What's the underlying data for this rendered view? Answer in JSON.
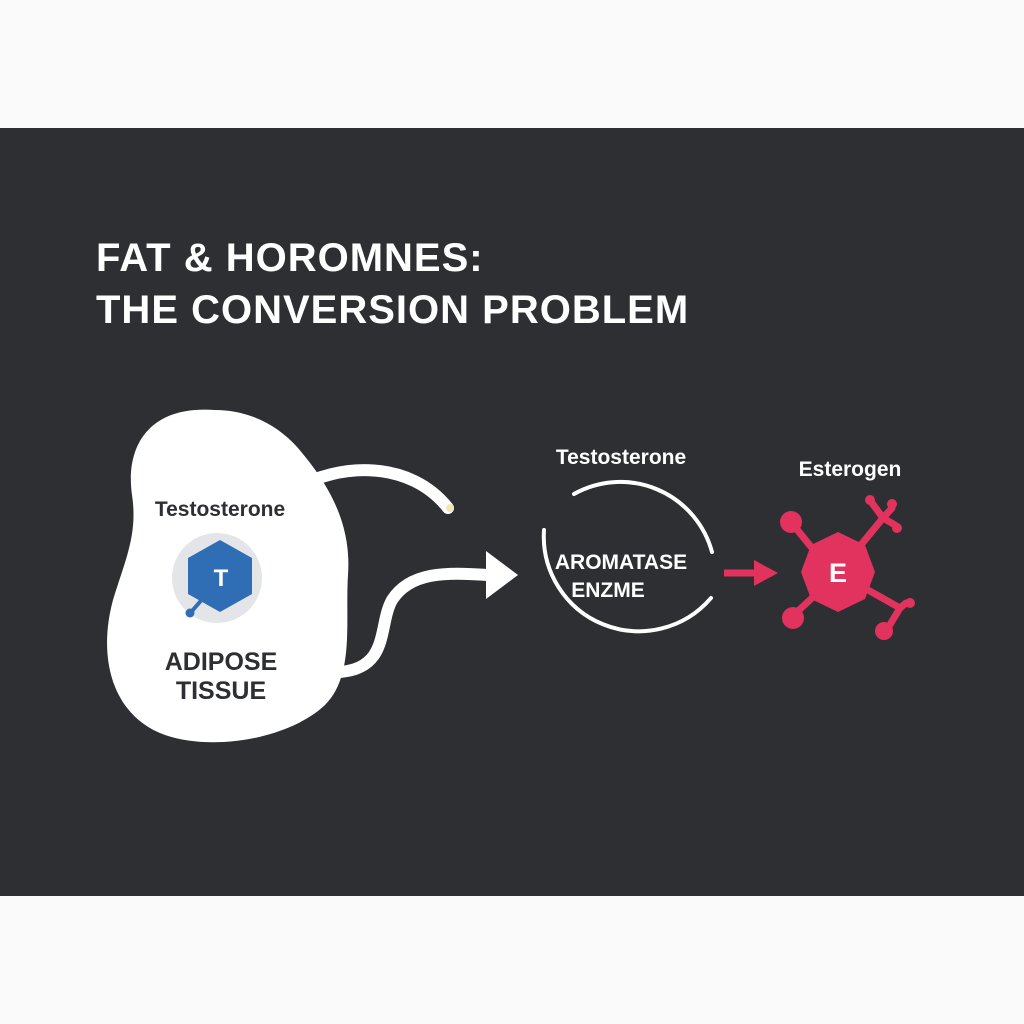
{
  "title": {
    "line1": "FAT & HOROMNES:",
    "line2": "THE CONVERSION PROBLEM"
  },
  "adipose": {
    "hormone_label": "Testosterone",
    "badge_letter": "T",
    "tissue_line1": "ADIPOSE",
    "tissue_line2": "TISSUE"
  },
  "enzyme": {
    "top_label": "Testosterone",
    "line1": "AROMATASE",
    "line2": "ENZME"
  },
  "estrogen": {
    "label": "Esterogen",
    "badge_letter": "E"
  },
  "colors": {
    "background": "#2e2f33",
    "tissue": "#ffffff",
    "testosterone_blue": "#2f6db5",
    "estrogen_pink": "#e2325e",
    "arrow": "#ffffff"
  }
}
